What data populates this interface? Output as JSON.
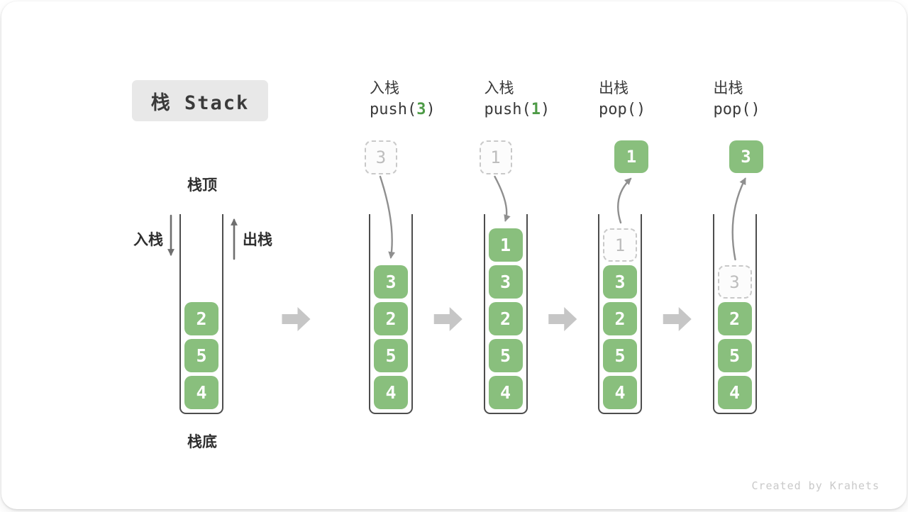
{
  "title": {
    "text": "栈 Stack"
  },
  "legend": {
    "top": "栈顶",
    "bottom": "栈底",
    "push": "入栈",
    "pop": "出栈"
  },
  "watermark": "Created by Krahets",
  "colors": {
    "block_green": "#89BF7D",
    "code_green": "#4E9B47",
    "arrow_gray": "#8F8F8F",
    "side_arrow_gray": "#6F6F6F",
    "block_arrow_gray": "#C6C6C6",
    "frame_dark": "#4D4D4D",
    "ghost_border": "#C9C9C9",
    "ghost_text": "#BDBDBD",
    "title_bg": "#E8E8E8",
    "text_dark": "#3A3A3A",
    "watermark_gray": "#C9C9C9"
  },
  "stages": [
    {
      "name": "initial",
      "blocks": [
        {
          "value": "2"
        },
        {
          "value": "5"
        },
        {
          "value": "4"
        }
      ]
    },
    {
      "name": "push-3",
      "label": "入栈",
      "code": {
        "pre": "push(",
        "arg": "3",
        "post": ")"
      },
      "float_box": {
        "value": "3",
        "variant": "ghost"
      },
      "arrow": "push",
      "blocks": [
        {
          "value": "3"
        },
        {
          "value": "2"
        },
        {
          "value": "5"
        },
        {
          "value": "4"
        }
      ]
    },
    {
      "name": "push-1",
      "label": "入栈",
      "code": {
        "pre": "push(",
        "arg": "1",
        "post": ")"
      },
      "float_box": {
        "value": "1",
        "variant": "ghost"
      },
      "arrow": "push",
      "blocks": [
        {
          "value": "1"
        },
        {
          "value": "3"
        },
        {
          "value": "2"
        },
        {
          "value": "5"
        },
        {
          "value": "4"
        }
      ]
    },
    {
      "name": "pop-1",
      "label": "出栈",
      "code": {
        "pre": "pop(",
        "arg": "",
        "post": ")"
      },
      "float_box": {
        "value": "1",
        "variant": "solid"
      },
      "arrow": "pop",
      "blocks": [
        {
          "value": "1",
          "ghost": true
        },
        {
          "value": "3"
        },
        {
          "value": "2"
        },
        {
          "value": "5"
        },
        {
          "value": "4"
        }
      ]
    },
    {
      "name": "pop-3",
      "label": "出栈",
      "code": {
        "pre": "pop(",
        "arg": "",
        "post": ")"
      },
      "float_box": {
        "value": "3",
        "variant": "solid"
      },
      "arrow": "pop",
      "blocks": [
        {
          "value": "3",
          "ghost": true
        },
        {
          "value": "2"
        },
        {
          "value": "5"
        },
        {
          "value": "4"
        }
      ]
    }
  ]
}
